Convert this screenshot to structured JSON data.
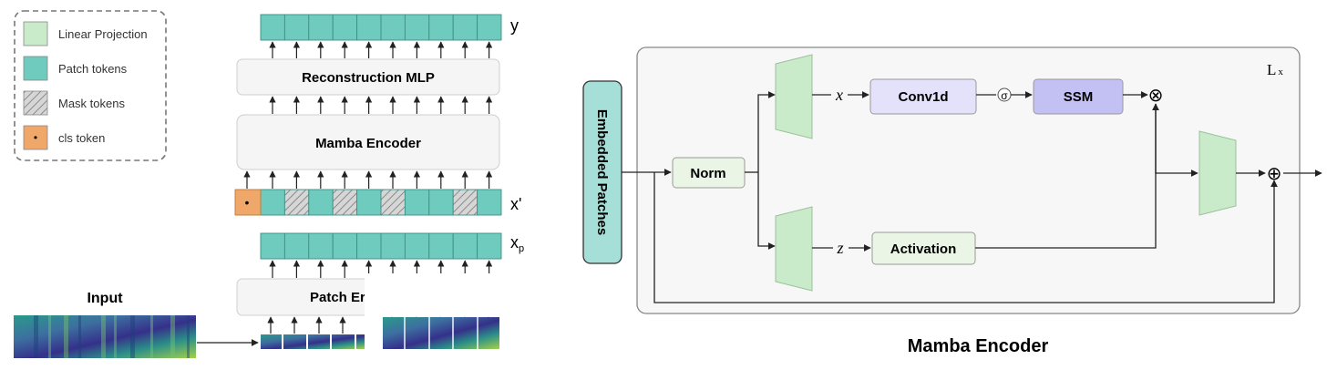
{
  "legend": {
    "items": [
      {
        "label": "Linear Projection",
        "color": "#c9ebc9"
      },
      {
        "label": "Patch tokens",
        "color": "#6fcbbe"
      },
      {
        "label": "Mask tokens",
        "color": "#bdbdbd"
      },
      {
        "label": "cls token",
        "color": "#f0a76a"
      }
    ]
  },
  "left": {
    "y_label": "y",
    "recon_label": "Reconstruction MLP",
    "encoder_label": "Mamba Encoder",
    "xprime_label": "x'",
    "xp_label": "x",
    "xp_sub": "p",
    "patch_embed_label": "Patch Er",
    "input_label": "Input",
    "cls_symbol": "•"
  },
  "right": {
    "embedded_label": "Embedded Patches",
    "norm_label": "Norm",
    "x_label": "x",
    "z_label": "z",
    "conv_label": "Conv1d",
    "sigma_label": "σ",
    "ssm_label": "SSM",
    "activation_label": "Activation",
    "multiply_symbol": "⊗",
    "add_symbol": "⊕",
    "lx_label": "L",
    "lx_sub": "x",
    "caption": "Mamba Encoder"
  },
  "colors": {
    "teal": "#6fcbbe",
    "green": "#c9ebc9",
    "orange": "#f0a76a",
    "conv": "#e4e2fb",
    "ssm": "#c3c0f4",
    "norm": "#eaf5e6",
    "embedded": "#a6dfd8"
  }
}
